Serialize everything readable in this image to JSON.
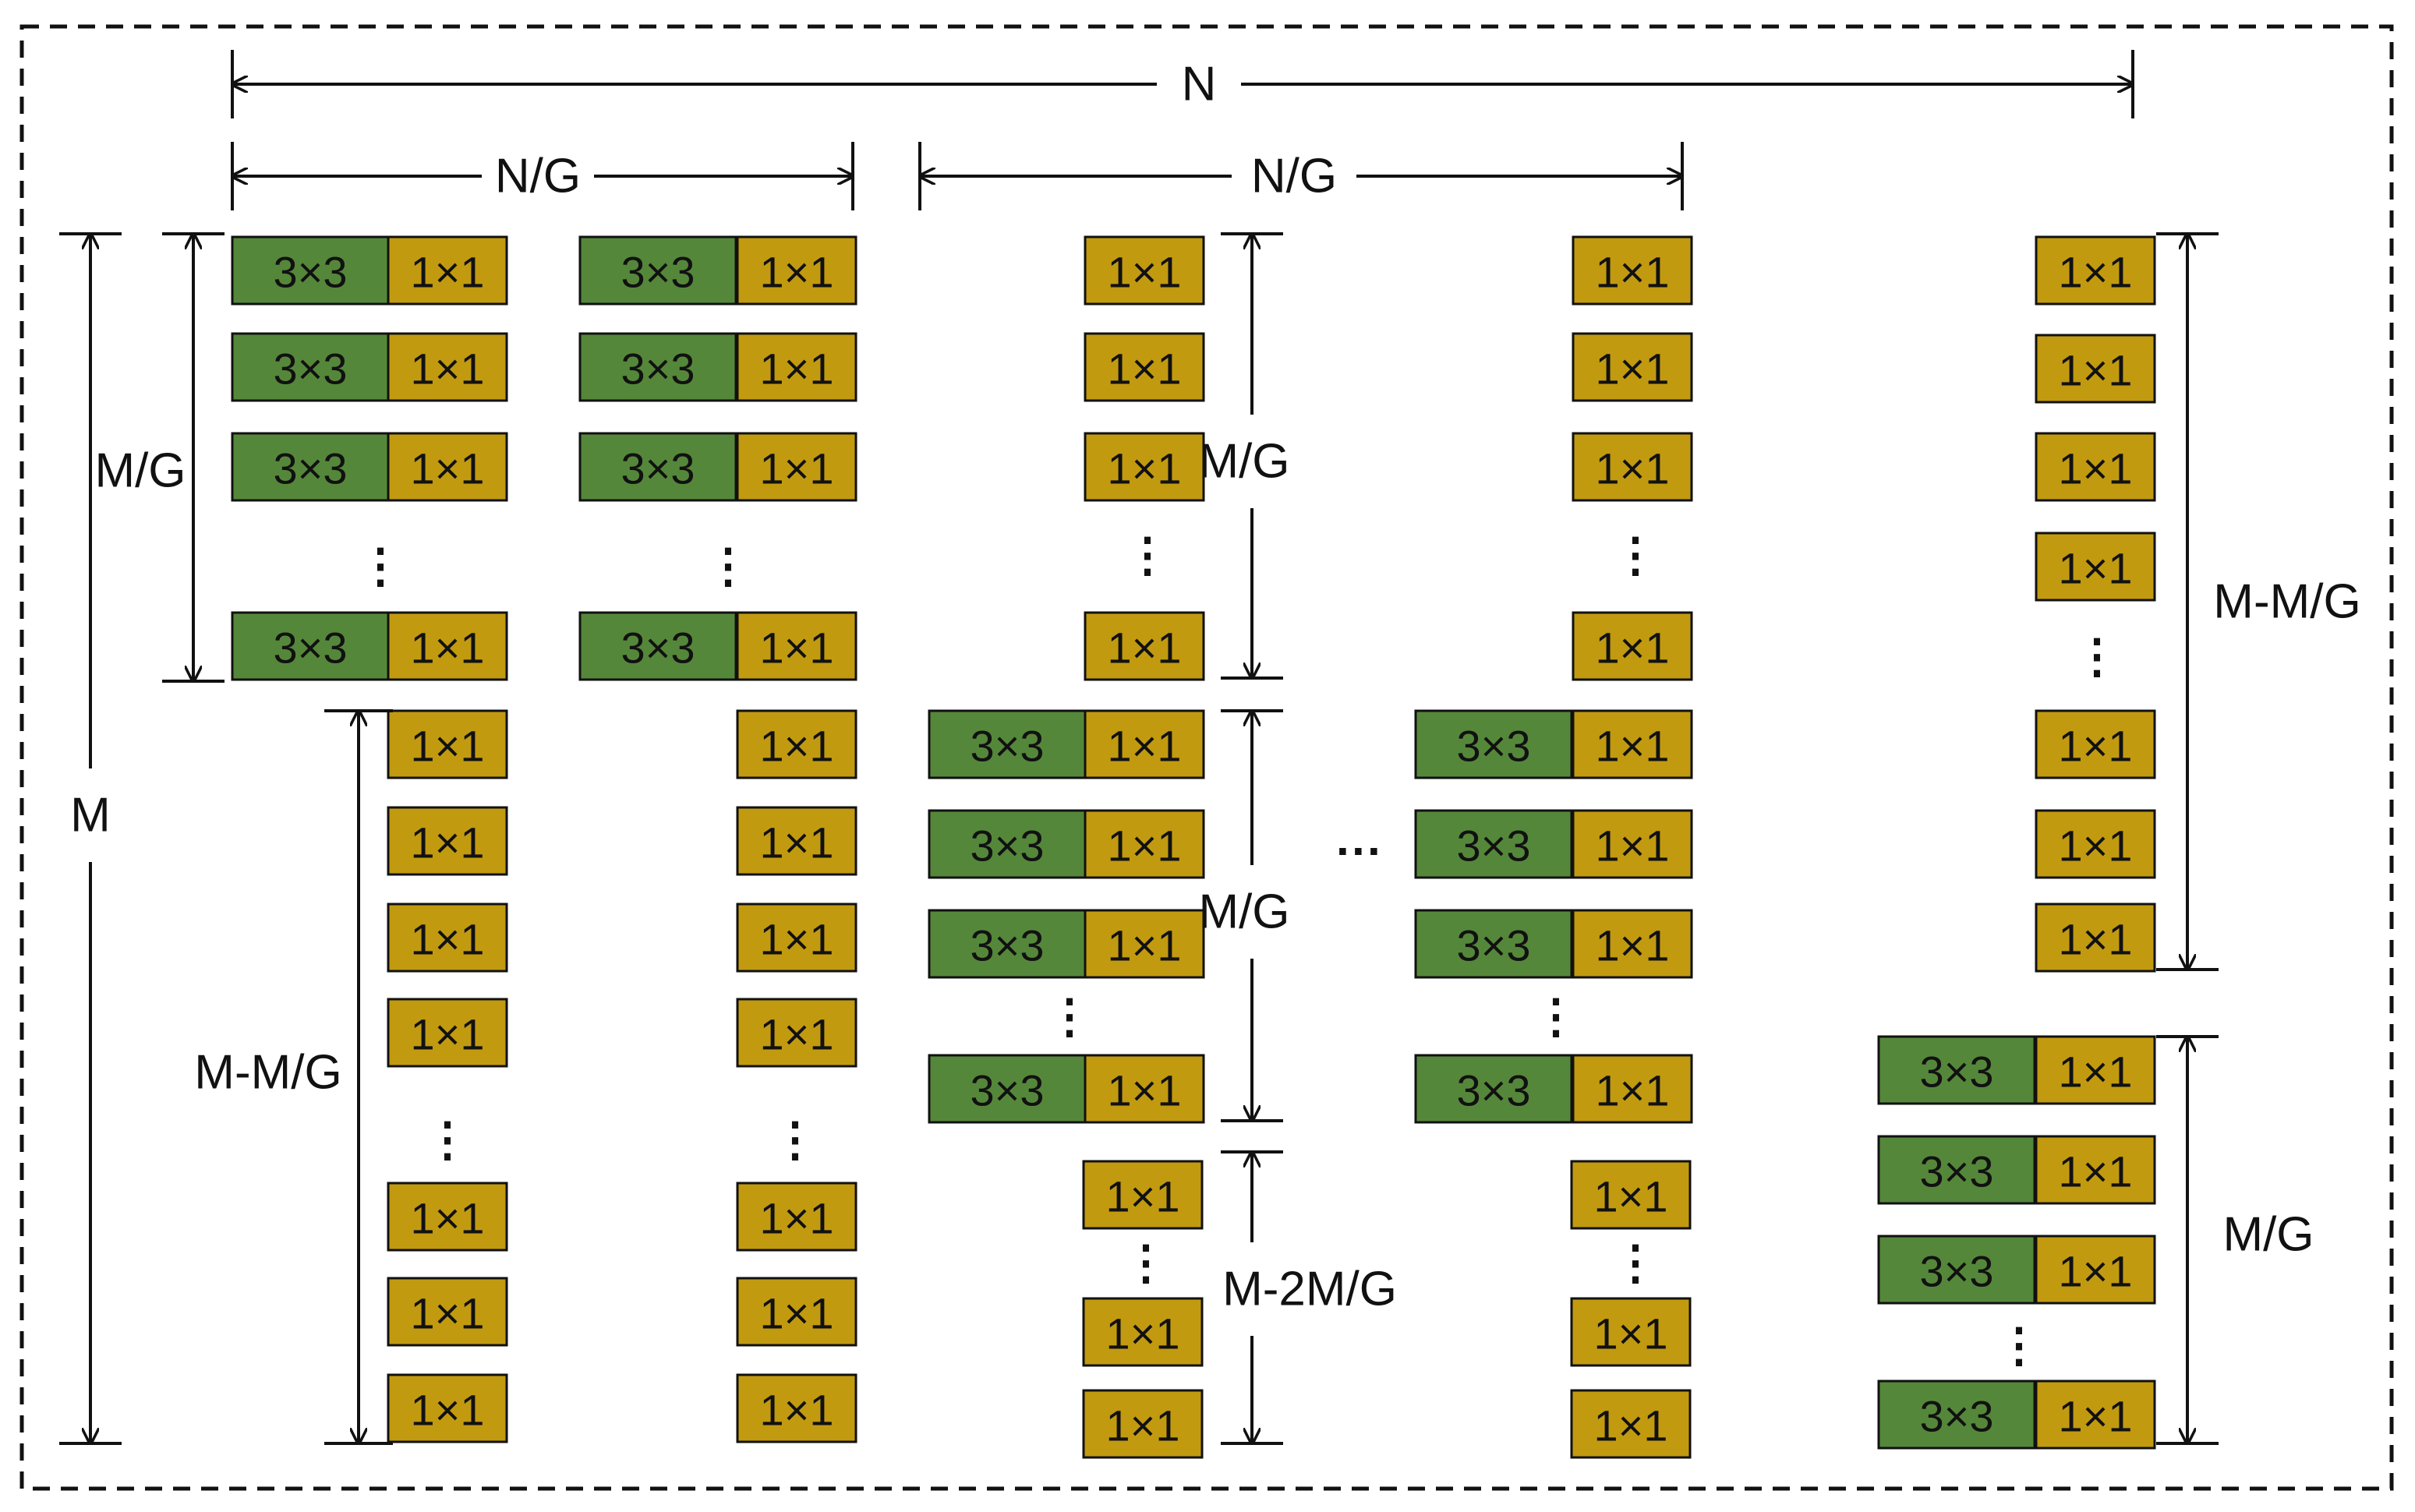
{
  "colors": {
    "green": "#55873a",
    "gold": "#c29a10",
    "line": "#111111",
    "background": "#ffffff"
  },
  "cells": {
    "conv3": "3×3",
    "conv1": "1×1"
  },
  "ellipsis": {
    "vertical": "⋮",
    "horizontal": "···"
  },
  "dimensions": {
    "total_width": "N",
    "group_width": "N/G",
    "total_height": "M",
    "group_height": "M/G",
    "remaining_height": "M-M/G",
    "remaining_height_two_groups": "M-2M/G"
  },
  "layout": {
    "kind": "grouped convolution kernel matrix",
    "columns": "N",
    "rows": "M",
    "groups": "G"
  }
}
